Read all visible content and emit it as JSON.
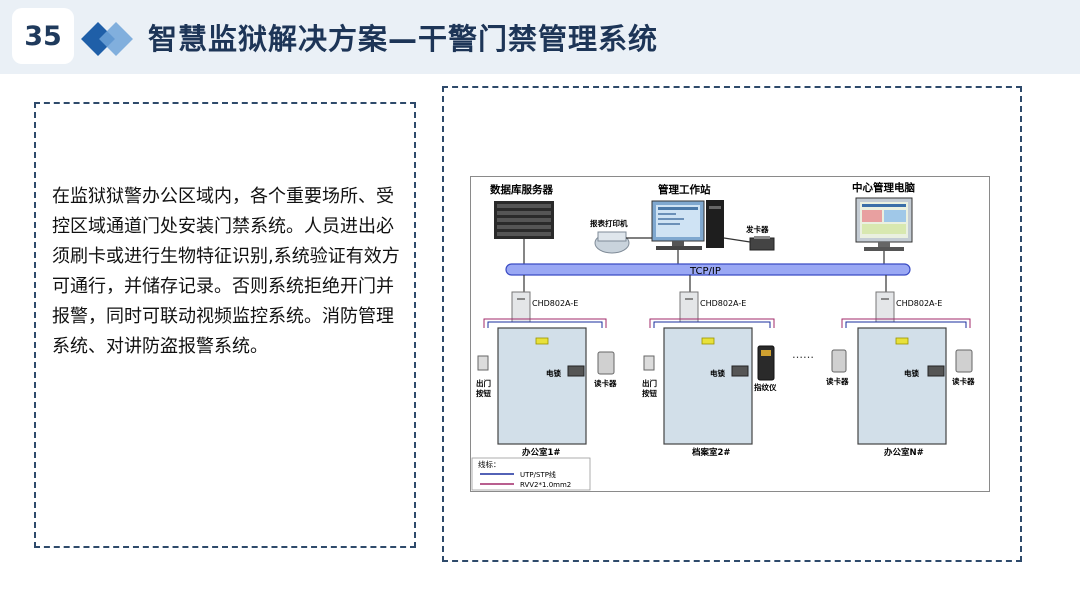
{
  "header": {
    "page_number": "35",
    "title": "智慧监狱解决方案—干警门禁管理系统"
  },
  "description": "在监狱狱警办公区域内，各个重要场所、受控区域通道门处安装门禁系统。人员进出必须刷卡或进行生物特征识别,系统验证有效方可通行，并储存记录。否则系统拒绝开门并报警，同时可联动视频监控系统。消防管理系统、对讲防盗报警系统。",
  "diagram": {
    "db_server": "数据库服务器",
    "workstation": "管理工作站",
    "central_pc": "中心管理电脑",
    "printer": "报表打印机",
    "card_issuer": "发卡器",
    "network": "TCP/IP",
    "controller": "CHD802A-E",
    "exit_button_line1": "出门",
    "exit_button_line2": "按钮",
    "lock": "电锁",
    "reader": "读卡器",
    "fingerprint": "指纹仪",
    "dots": "……",
    "room1": "办公室1#",
    "room2": "档案室2#",
    "roomN": "办公室N#",
    "legend_title": "线标：",
    "legend_utp": "UTP/STP线",
    "legend_rvv": "RVV2*1.0mm2"
  },
  "colors": {
    "header_bg": "#eaf0f6",
    "title": "#1d3557",
    "border": "#2e4a6b",
    "bus": "#7b8ff0",
    "utp_line": "#1a2e9e",
    "rvv_line": "#a22a6a"
  }
}
